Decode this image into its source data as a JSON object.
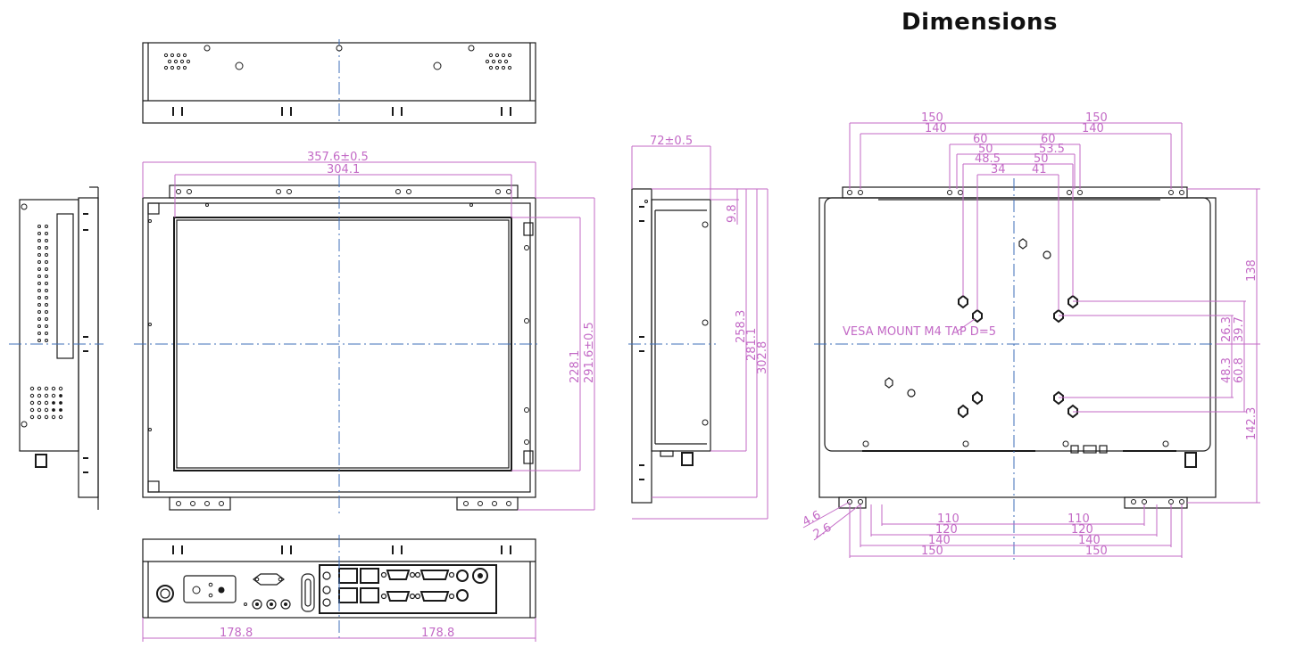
{
  "title": "Dimensions",
  "front": {
    "width": "357.6±0.5",
    "inner_width": "304.1",
    "height": "291.6±0.5",
    "inner_height": "228.1"
  },
  "side": {
    "depth": "72±0.5",
    "d1": "9.8",
    "d2": "258.3",
    "d3": "281.1",
    "d4": "302.8"
  },
  "bottom": {
    "left": "178.8",
    "right": "178.8"
  },
  "rear": {
    "top_l150": "150",
    "top_r150": "150",
    "top_l140": "140",
    "top_r140": "140",
    "top_l60": "60",
    "top_r60": "60",
    "top_l50": "50",
    "top_r535": "53.5",
    "top_l485": "48.5",
    "top_r50": "50",
    "top_l34": "34",
    "top_r41": "41",
    "vesa": "VESA MOUNT M4 TAP D=5",
    "r138": "138",
    "r397": "39.7",
    "r263": "26.3",
    "r483": "48.3",
    "r608": "60.8",
    "r1423": "142.3",
    "hole_a": "4.6",
    "hole_b": "2.6",
    "bot_l110": "110",
    "bot_r110": "110",
    "bot_l120": "120",
    "bot_r120": "120",
    "bot_l140": "140",
    "bot_r140": "140",
    "bot_l150": "150",
    "bot_r150": "150"
  }
}
